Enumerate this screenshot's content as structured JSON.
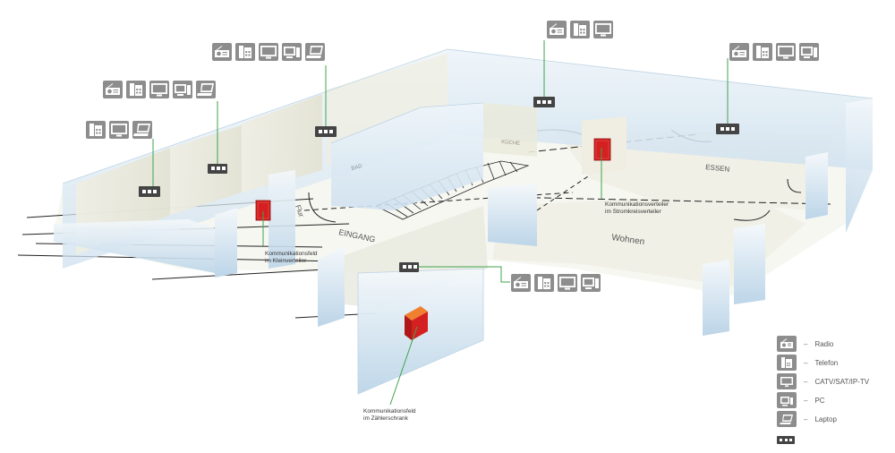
{
  "rooms": {
    "eingang": "EINGANG",
    "essen": "ESSEN",
    "wohnen": "Wohnen",
    "kueche": "KÜCHE",
    "bad": "BAD",
    "flur": "Flur"
  },
  "callouts": {
    "kleinverteiler": [
      "Kommunikationsfeld",
      "im Kleinverteiler"
    ],
    "stromkreisverteiler": [
      "Kommunikationsverteiler",
      "im Stromkreisverteiler"
    ],
    "zaehlerschrank": [
      "Kommunikationsfeld",
      "im Zählerschrank"
    ]
  },
  "device_groups": [
    {
      "id": "group-a",
      "icons": [
        "radio-icon",
        "telefon-icon",
        "tv-icon",
        "pc-icon",
        "laptop-icon"
      ]
    },
    {
      "id": "group-b",
      "icons": [
        "radio-icon",
        "telefon-icon",
        "tv-icon",
        "pc-icon",
        "laptop-icon"
      ]
    },
    {
      "id": "group-c",
      "icons": [
        "telefon-icon",
        "tv-icon",
        "laptop-icon"
      ]
    },
    {
      "id": "group-d",
      "icons": [
        "radio-icon",
        "telefon-icon",
        "tv-icon"
      ]
    },
    {
      "id": "group-e",
      "icons": [
        "radio-icon",
        "telefon-icon",
        "tv-icon",
        "pc-icon"
      ]
    },
    {
      "id": "group-f",
      "icons": [
        "radio-icon",
        "telefon-icon",
        "tv-icon",
        "pc-icon"
      ]
    }
  ],
  "legend": [
    {
      "icon": "radio-icon",
      "dash": "–",
      "label": "Radio"
    },
    {
      "icon": "telefon-icon",
      "dash": "–",
      "label": "Telefon"
    },
    {
      "icon": "tv-icon",
      "dash": "–",
      "label": "CATV/SAT/IP-TV"
    },
    {
      "icon": "pc-icon",
      "dash": "–",
      "label": "PC"
    },
    {
      "icon": "laptop-icon",
      "dash": "–",
      "label": "Laptop"
    },
    {
      "icon": "outlet-icon",
      "dash": "",
      "label": ""
    }
  ],
  "colors": {
    "wall_blue": "#dbe9f4",
    "wall_beige": "#ecebdf",
    "floor": "#f6f6f0",
    "green_line": "#3fa34d",
    "distributor_red": "#d42020",
    "icon_gray": "#8d8d8d"
  }
}
